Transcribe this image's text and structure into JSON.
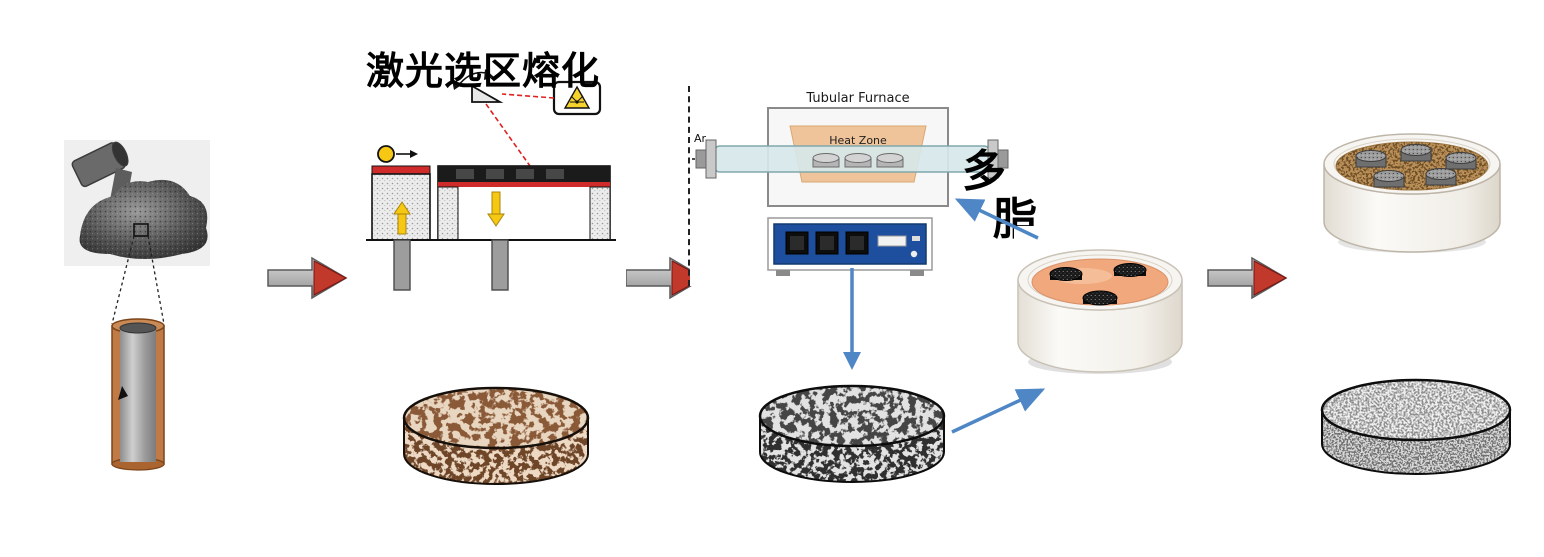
{
  "labels": {
    "slm": "激光选区熔化",
    "fragment_top": "多",
    "fragment_bottom": "脂"
  },
  "furnace": {
    "title": "Tubular Furnace",
    "heat_zone": "Heat Zone",
    "gas_inlet": "Ar"
  },
  "colors": {
    "process_arrow_body": "#b3b3b3",
    "process_arrow_head": "#c0392b",
    "flow_arrow": "#4f86c6",
    "heat_zone_fill": "#f0c49a",
    "control_panel_blue": "#1e4f9e",
    "liquid_orange": "#f0a87c",
    "copper_brown": "#8a5a38",
    "steel_gray": "#9a9a9a"
  }
}
